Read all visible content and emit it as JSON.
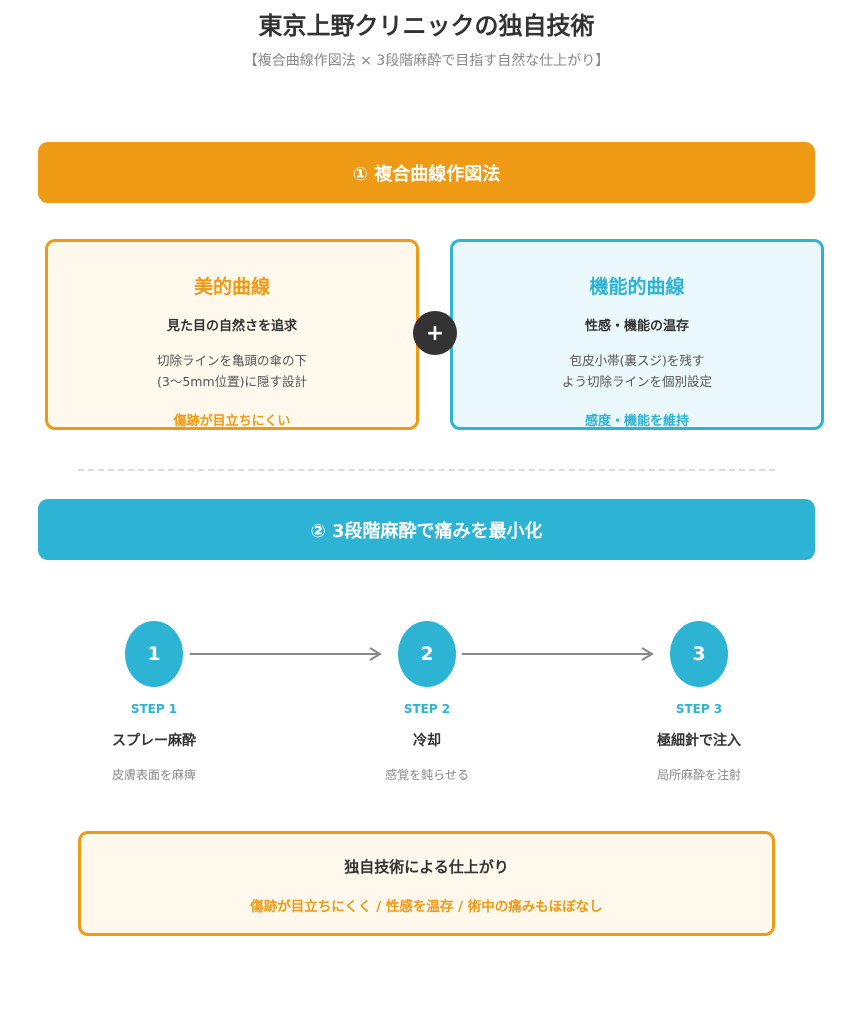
{
  "header": {
    "title": "東京上野クリニックの独自技術",
    "subtitle": "【複合曲線作図法 × 3段階麻酔で目指す自然な仕上がり】"
  },
  "section1": {
    "banner": "① 複合曲線作図法",
    "left": {
      "heading": "美的曲線",
      "sub": "見た目の自然さを追求",
      "desc1": "切除ラインを亀頭の傘の下",
      "desc2": "(3〜5mm位置)に隠す設計",
      "footer": "傷跡が目立ちにくい"
    },
    "plus": "+",
    "right": {
      "heading": "機能的曲線",
      "sub": "性感・機能の温存",
      "desc1": "包皮小帯(裏スジ)を残す",
      "desc2": "よう切除ラインを個別設定",
      "footer": "感度・機能を維持"
    }
  },
  "section2": {
    "banner": "② 3段階麻酔で痛みを最小化",
    "steps": [
      {
        "num": "1",
        "label": "STEP 1",
        "title": "スプレー麻酔",
        "desc": "皮膚表面を麻痺"
      },
      {
        "num": "2",
        "label": "STEP 2",
        "title": "冷却",
        "desc": "感覚を鈍らせる"
      },
      {
        "num": "3",
        "label": "STEP 3",
        "title": "極細針で注入",
        "desc": "局所麻酔を注射"
      }
    ]
  },
  "result": {
    "title": "独自技術による仕上がり",
    "desc": "傷跡が目立ちにくく / 性感を温存 / 術中の痛みもほぼなし"
  },
  "colors": {
    "orange": "#ef9a14",
    "teal": "#2db3d4"
  }
}
